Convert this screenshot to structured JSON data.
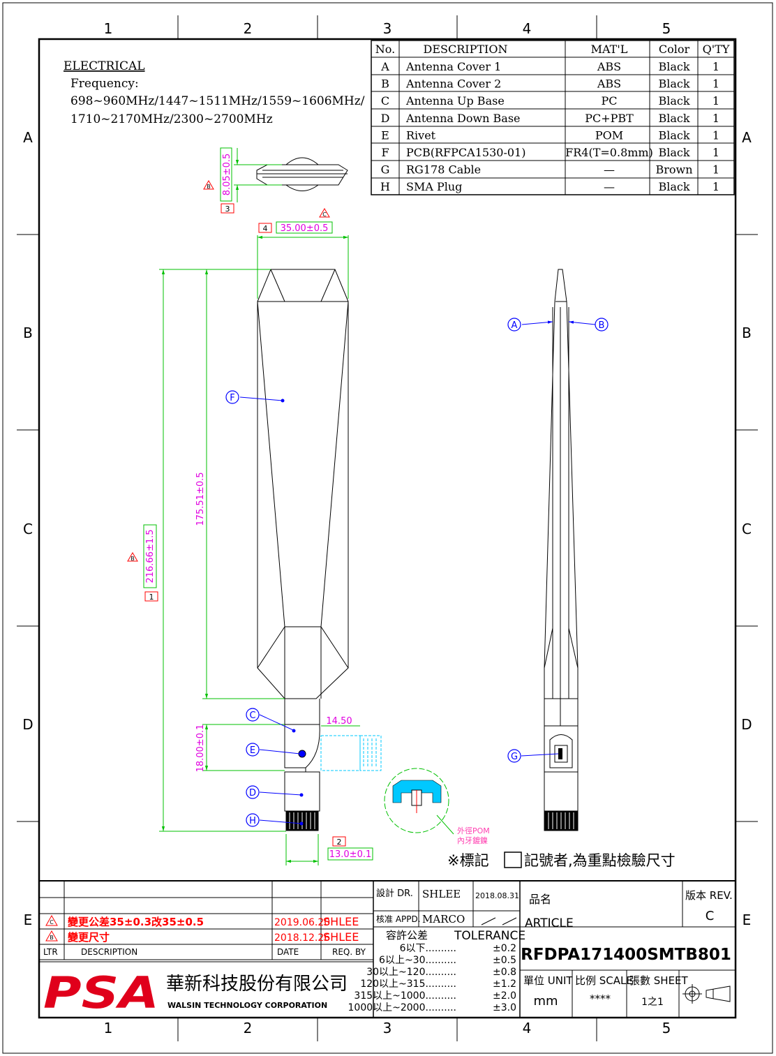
{
  "grid": {
    "columns": [
      "1",
      "2",
      "3",
      "4",
      "5"
    ],
    "rows": [
      "A",
      "B",
      "C",
      "D",
      "E"
    ]
  },
  "electrical": {
    "heading": "ELECTRICAL",
    "frequency_label": "Frequency:",
    "line1": "698~960MHz/1447~1511MHz/1559~1606MHz/",
    "line2": "1710~2170MHz/2300~2700MHz"
  },
  "bom": {
    "headers": [
      "No.",
      "DESCRIPTION",
      "MAT'L",
      "Color",
      "Q'TY"
    ],
    "rows": [
      [
        "A",
        "Antenna Cover 1",
        "ABS",
        "Black",
        "1"
      ],
      [
        "B",
        "Antenna Cover 2",
        "ABS",
        "Black",
        "1"
      ],
      [
        "C",
        "Antenna Up Base",
        "PC",
        "Black",
        "1"
      ],
      [
        "D",
        "Antenna Down Base",
        "PC+PBT",
        "Black",
        "1"
      ],
      [
        "E",
        "Rivet",
        "POM",
        "Black",
        "1"
      ],
      [
        "F",
        "PCB(RFPCA1530-01)",
        "FR4(T=0.8mm)",
        "Black",
        "1"
      ],
      [
        "G",
        "RG178 Cable",
        "—",
        "Brown",
        "1"
      ],
      [
        "H",
        "SMA Plug",
        "—",
        "Black",
        "1"
      ]
    ]
  },
  "dimensions": {
    "thickness": "8.05±0.5",
    "width_top": "35.00±0.5",
    "overall_length": "216.66±1.5",
    "body_length": "175.51±0.5",
    "hinge_height": "18.00±0.1",
    "hinge_offset": "14.50",
    "connector_width": "13.0±0.1"
  },
  "markers": {
    "box1": "1",
    "box2": "2",
    "box3": "3",
    "box4": "4",
    "rev_b": "B",
    "rev_c": "C"
  },
  "callouts": {
    "A": "A",
    "B": "B",
    "C": "C",
    "D": "D",
    "E": "E",
    "F": "F",
    "G": "G",
    "H": "H"
  },
  "detail_note": {
    "line1": "外徑POM",
    "line2": "內牙鍍鎳"
  },
  "key_note": {
    "prefix": "※標記",
    "suffix": "記號者,為重點檢驗尺寸"
  },
  "revisions": {
    "rows": [
      {
        "mark": "C",
        "description": "變更公差35±0.3改35±0.5",
        "date": "2019.06.20",
        "by": "SHLEE"
      },
      {
        "mark": "B",
        "description": "變更尺寸",
        "date": "2018.12.26",
        "by": "SHLEE"
      }
    ],
    "headers": {
      "ltr": "LTR",
      "description": "DESCRIPTION",
      "date": "DATE",
      "req_by": "REQ. BY"
    }
  },
  "title_block": {
    "designer_label": "設計 DR.",
    "designer": "SHLEE",
    "design_date": "2018.08.31",
    "approver_label": "核准 APPD.",
    "approver": "MARCO",
    "tolerance_label": "容許公差",
    "tolerance_label_en": "TOLERANCE",
    "tolerances": [
      {
        "range": "6以下",
        "value": "±0.2"
      },
      {
        "range": "6以上~30",
        "value": "±0.5"
      },
      {
        "range": "30以上~120",
        "value": "±0.8"
      },
      {
        "range": "120以上~315",
        "value": "±1.2"
      },
      {
        "range": "315以上~1000",
        "value": "±2.0"
      },
      {
        "range": "1000以上~2000",
        "value": "±3.0"
      }
    ],
    "article_label_zh": "品名",
    "article_label_en": "ARTICLE",
    "rev_label": "版本 REV.",
    "rev_value": "C",
    "part_number": "RFDPA171400SMTB801",
    "unit_label": "單位 UNIT",
    "unit_value": "mm",
    "scale_label": "比例 SCALE",
    "scale_value": "****",
    "sheet_label": "張數 SHEET",
    "sheet_value": "1之1"
  },
  "company": {
    "logo": "PSA",
    "name_zh": "華新科技股份有限公司",
    "name_en": "WALSIN TECHNOLOGY CORPORATION"
  },
  "colors": {
    "dimension": "#00c000",
    "dimension_text": "#e000e0",
    "callout": "#0000ff",
    "revision": "#ff0000",
    "hidden": "#00c8ff",
    "logo": "#e0001b"
  }
}
